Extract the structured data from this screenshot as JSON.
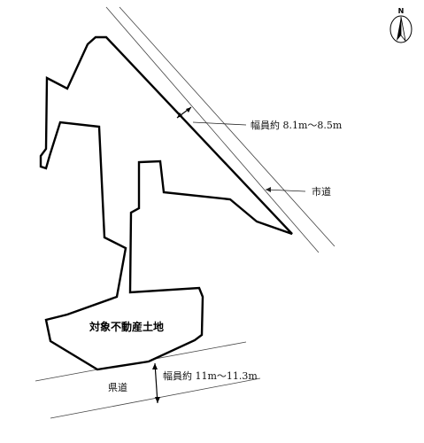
{
  "north_arrow": {
    "letter": "N",
    "icon": "north-arrow-icon"
  },
  "site": {
    "label": "対象不動産土地"
  },
  "roads": {
    "city_road": {
      "label": "市道",
      "width_label": "幅員約 8.1m〜8.5m"
    },
    "prefectural_road": {
      "label": "県道",
      "width_label": "幅員約 11m〜11.3m"
    }
  },
  "colors": {
    "parcel_outline": "#000000",
    "road_edge": "#444444",
    "background": "#ffffff"
  }
}
